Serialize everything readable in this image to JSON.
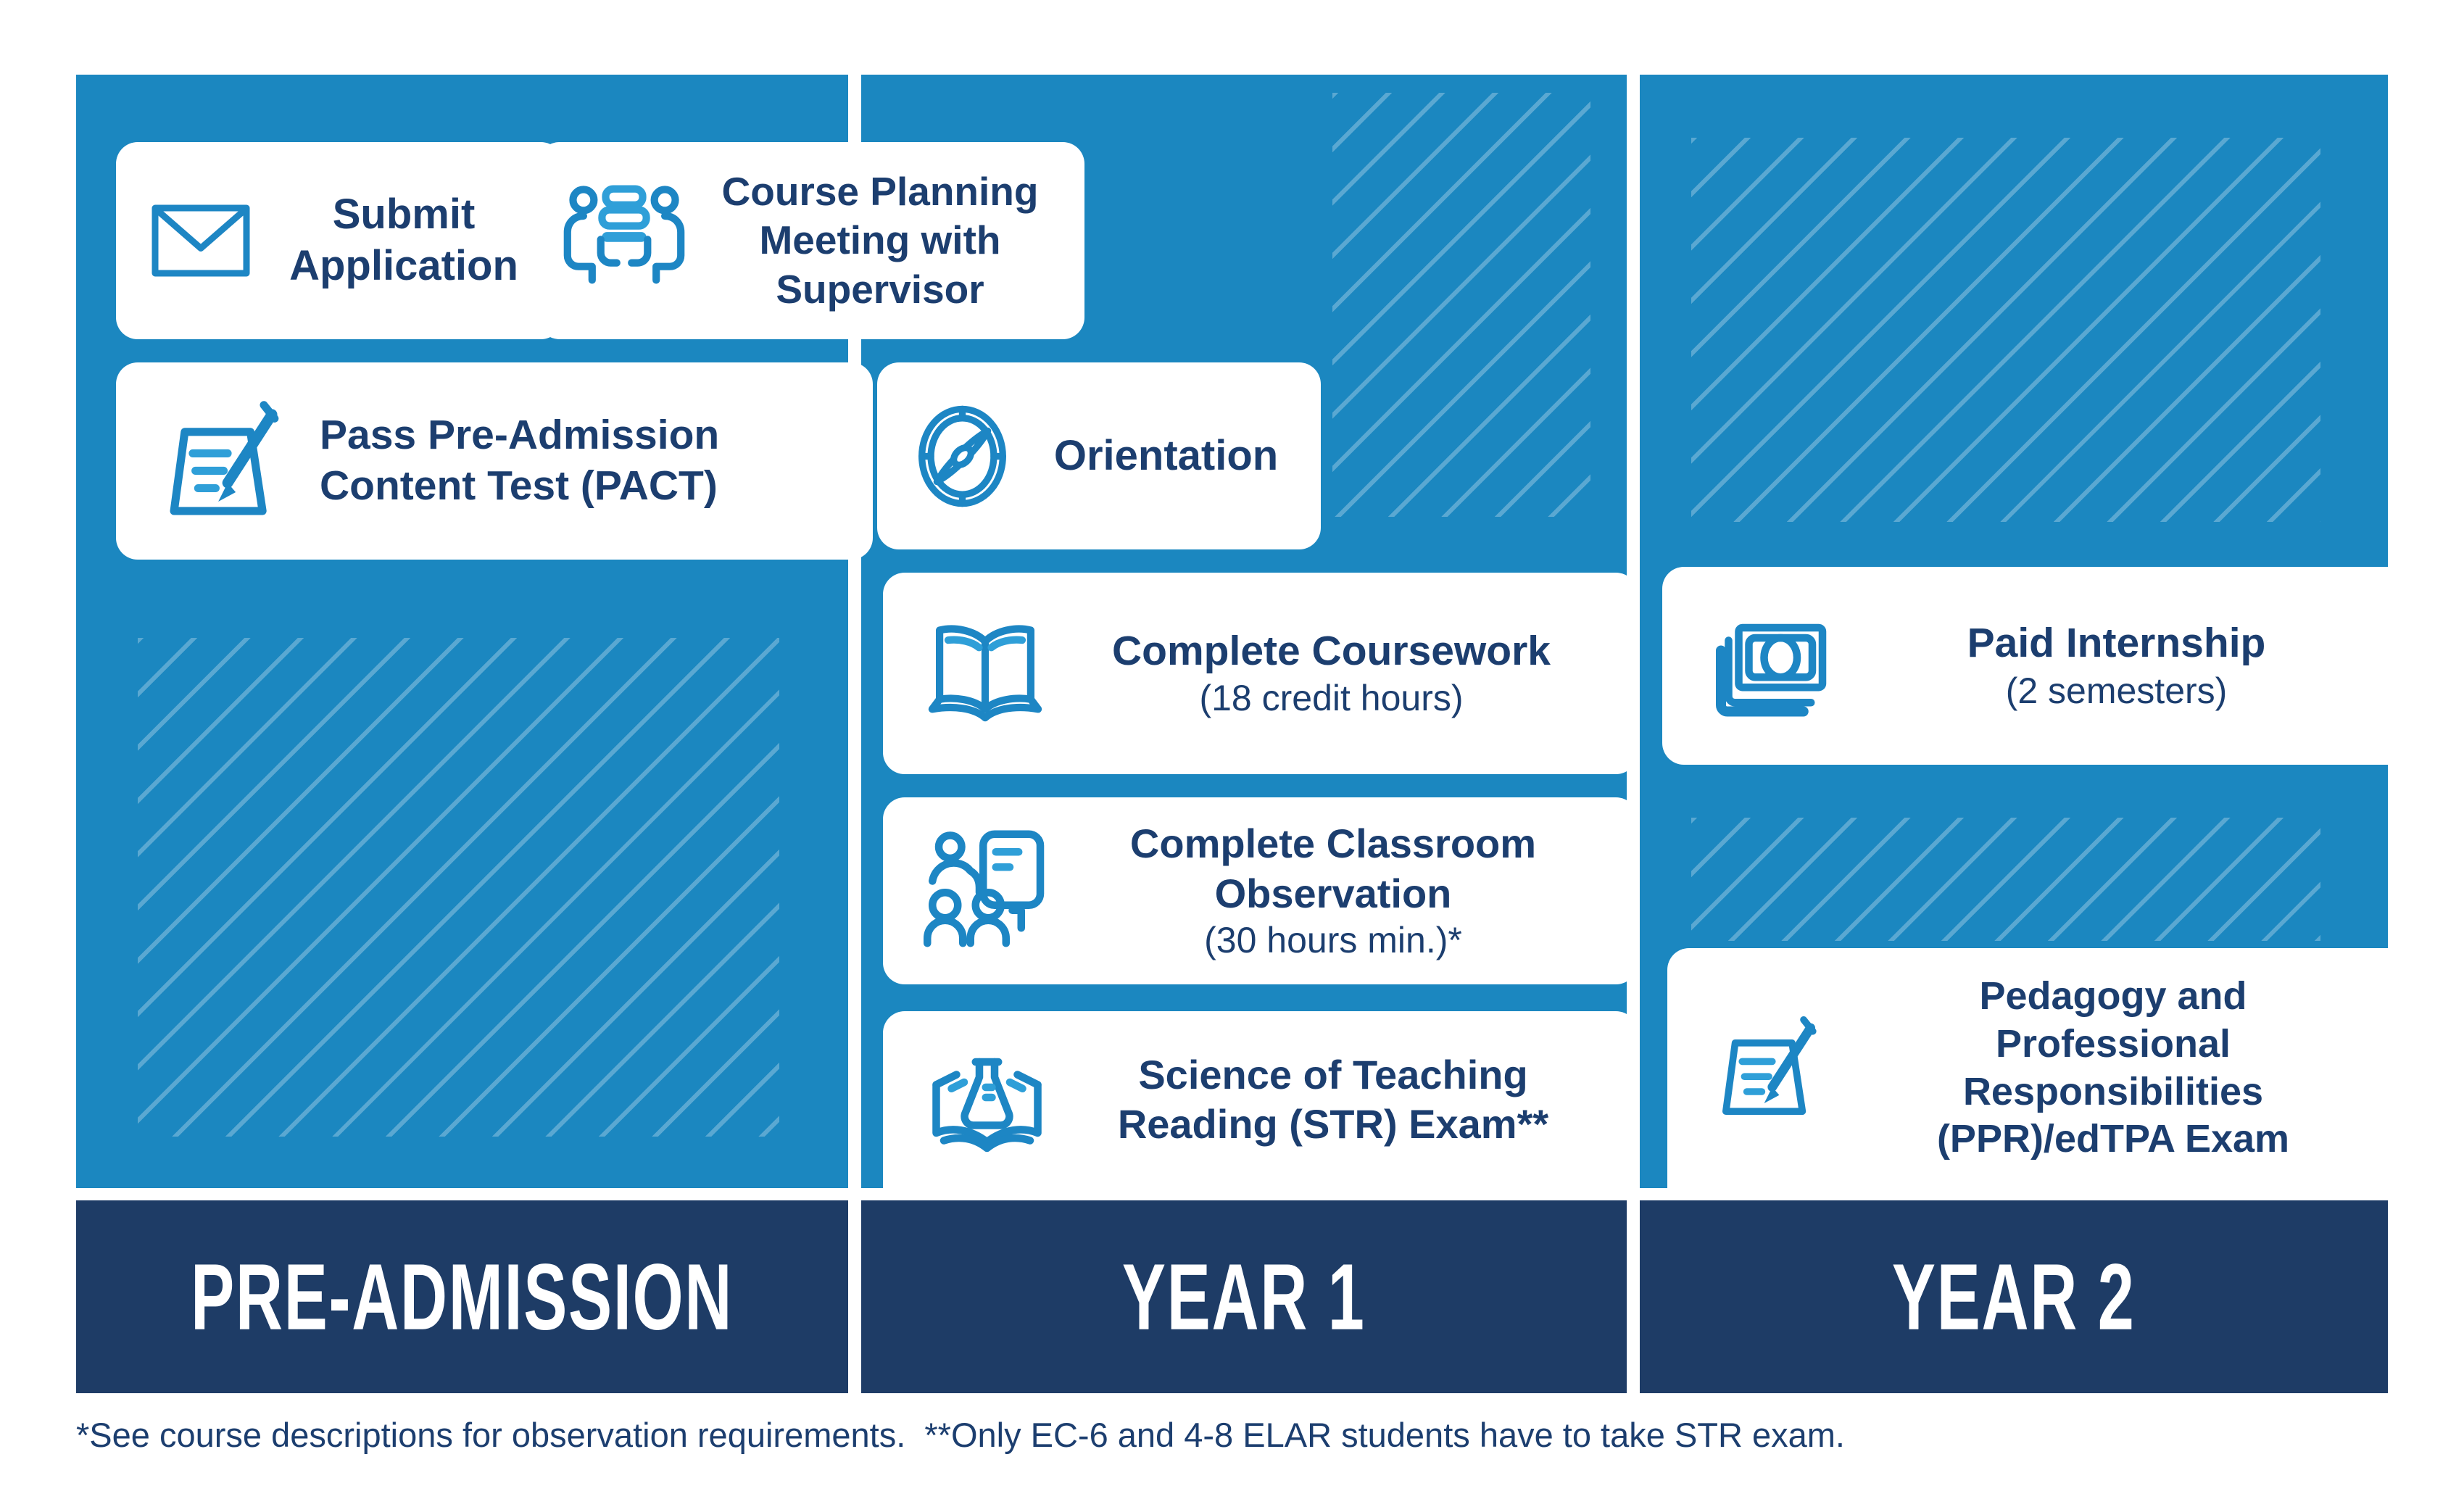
{
  "colors": {
    "column_blue": "#1b87c0",
    "hatch_line": "#4da1cc",
    "bar_navy": "#1e3c66",
    "text_navy": "#1c3e6f",
    "icon_blue": "#1d86c4",
    "icon_accent": "#2f9fd8",
    "card_white": "#ffffff"
  },
  "columns": [
    {
      "label": "PRE-ADMISSION",
      "cards": [
        {
          "id": "submit-application",
          "icon": "envelope-icon",
          "title_lines": [
            "Submit",
            "Application"
          ]
        },
        {
          "id": "course-planning-meeting",
          "icon": "meeting-icon",
          "title_lines": [
            "Course Planning",
            "Meeting with",
            "Supervisor"
          ]
        },
        {
          "id": "pact-test",
          "icon": "pencil-paper-icon",
          "title_lines": [
            "Pass Pre-Admission",
            "Content Test (PACT)"
          ]
        }
      ]
    },
    {
      "label": "YEAR 1",
      "cards": [
        {
          "id": "orientation",
          "icon": "compass-icon",
          "title_lines": [
            "Orientation"
          ]
        },
        {
          "id": "complete-coursework",
          "icon": "open-book-icon",
          "title_lines": [
            "Complete Coursework"
          ],
          "subtitle": "(18 credit hours)"
        },
        {
          "id": "classroom-observation",
          "icon": "classroom-icon",
          "title_lines": [
            "Complete Classroom",
            "Observation"
          ],
          "subtitle": "(30 hours min.)*"
        },
        {
          "id": "str-exam",
          "icon": "book-flask-icon",
          "title_lines": [
            "Science of Teaching",
            "Reading (STR) Exam**"
          ]
        }
      ]
    },
    {
      "label": "YEAR 2",
      "cards": [
        {
          "id": "paid-internship",
          "icon": "money-icon",
          "title_lines": [
            "Paid Internship"
          ],
          "subtitle": "(2 semesters)"
        },
        {
          "id": "ppr-edtpa-exam",
          "icon": "pencil-paper-icon",
          "title_lines": [
            "Pedagogy and",
            "Professional",
            "Responsibilities",
            "(PPR)/edTPA Exam"
          ]
        }
      ]
    }
  ],
  "footnote": "*See course descriptions for observation requirements.  **Only EC-6 and 4-8 ELAR students have to take STR exam."
}
